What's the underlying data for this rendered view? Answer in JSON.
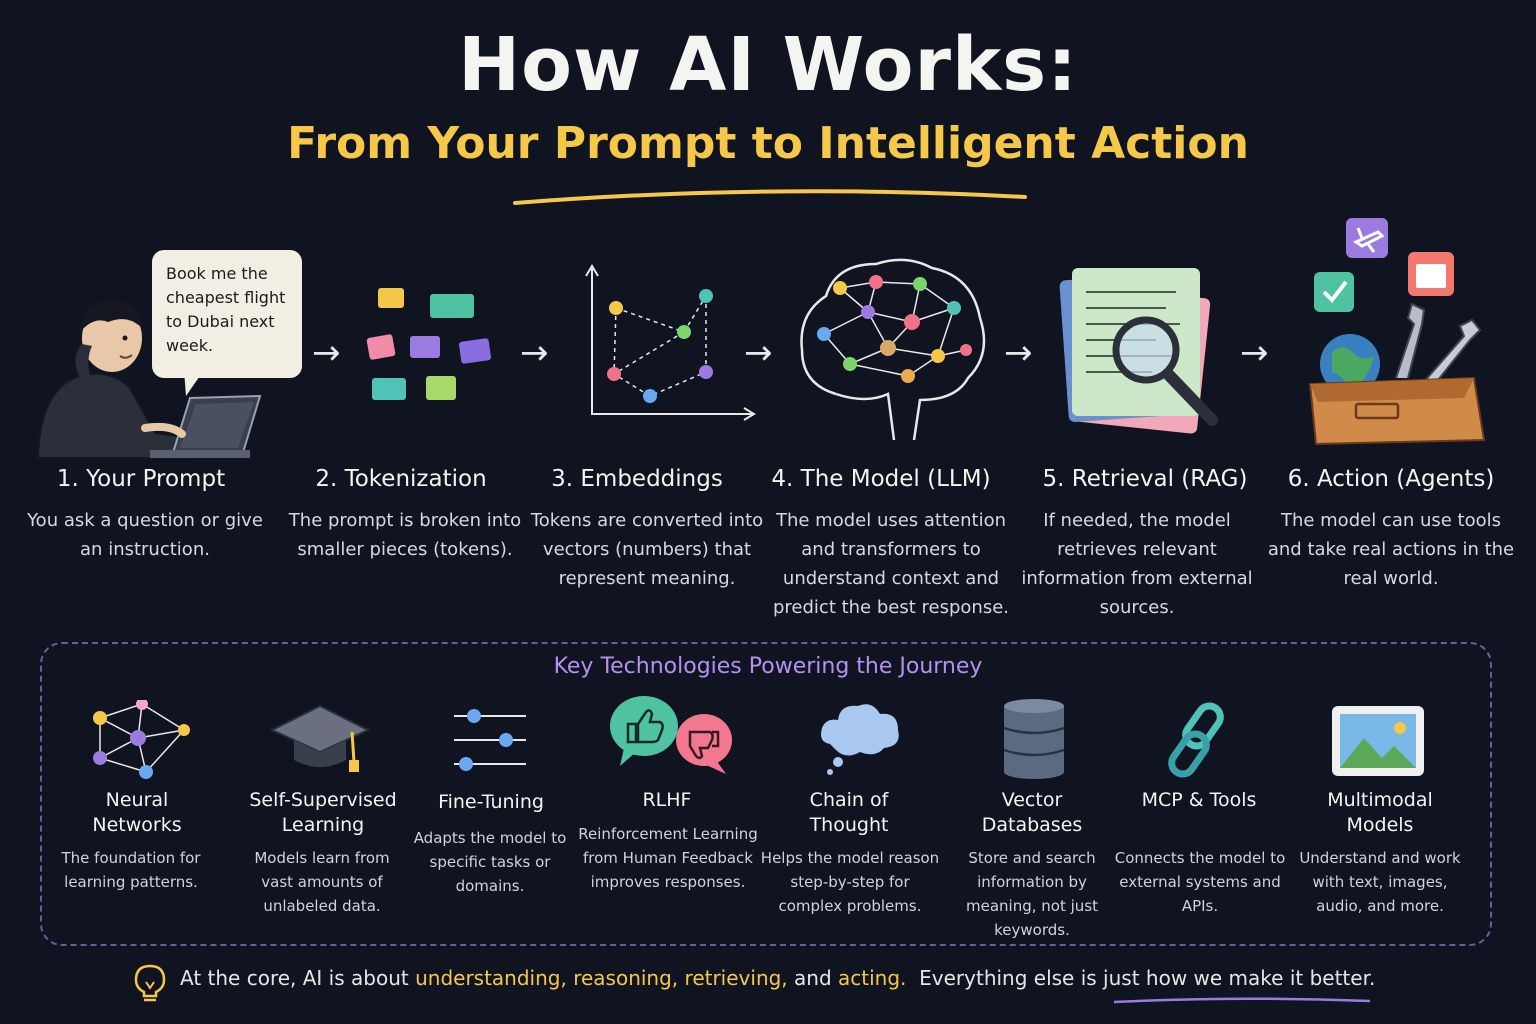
{
  "header": {
    "title": "How AI Works:",
    "subtitle": "From Your Prompt to Intelligent Action"
  },
  "prompt_bubble": "Book me the cheapest flight to Dubai next week.",
  "steps": [
    {
      "title": "1. Your Prompt",
      "desc": "You ask a question or give an instruction."
    },
    {
      "title": "2. Tokenization",
      "desc": "The prompt is broken into smaller pieces (tokens)."
    },
    {
      "title": "3. Embeddings",
      "desc": "Tokens are converted into vectors (numbers) that represent meaning."
    },
    {
      "title": "4. The Model (LLM)",
      "desc": "The model uses attention and transformers to understand context and predict the best response."
    },
    {
      "title": "5. Retrieval (RAG)",
      "desc": "If needed, the model retrieves relevant information from external sources."
    },
    {
      "title": "6. Action (Agents)",
      "desc": "The model can use tools and take real actions in the real world."
    }
  ],
  "tech": {
    "heading": "Key Technologies Powering the Journey",
    "items": [
      {
        "title": "Neural Networks",
        "desc": "The foundation for learning patterns.",
        "icon": "network-icon"
      },
      {
        "title": "Self-Supervised Learning",
        "desc": "Models learn from vast amounts of unlabeled data.",
        "icon": "graduation-cap-icon"
      },
      {
        "title": "Fine-Tuning",
        "desc": "Adapts the model to specific tasks or domains.",
        "icon": "sliders-icon"
      },
      {
        "title": "RLHF",
        "desc": "Reinforcement Learning from Human Feedback improves responses.",
        "icon": "thumbs-feedback-icon"
      },
      {
        "title": "Chain of Thought",
        "desc": "Helps the model reason step-by-step for complex problems.",
        "icon": "thought-cloud-icon"
      },
      {
        "title": "Vector Databases",
        "desc": "Store and search information by meaning, not just keywords.",
        "icon": "database-icon"
      },
      {
        "title": "MCP & Tools",
        "desc": "Connects the model to external systems and APIs.",
        "icon": "chain-link-icon"
      },
      {
        "title": "Multimodal Models",
        "desc": "Understand and work with text, images, audio, and more.",
        "icon": "image-icon"
      }
    ]
  },
  "footer": {
    "part1": "At the core, AI is about",
    "w1": "understanding,",
    "w2": "reasoning,",
    "w3": "retrieving,",
    "and": "and",
    "w4": "acting.",
    "part2": "Everything else is just how we make it better."
  },
  "colors": {
    "background": "#0f1420",
    "accent_yellow": "#f5c84a",
    "accent_purple": "#b690f0"
  }
}
